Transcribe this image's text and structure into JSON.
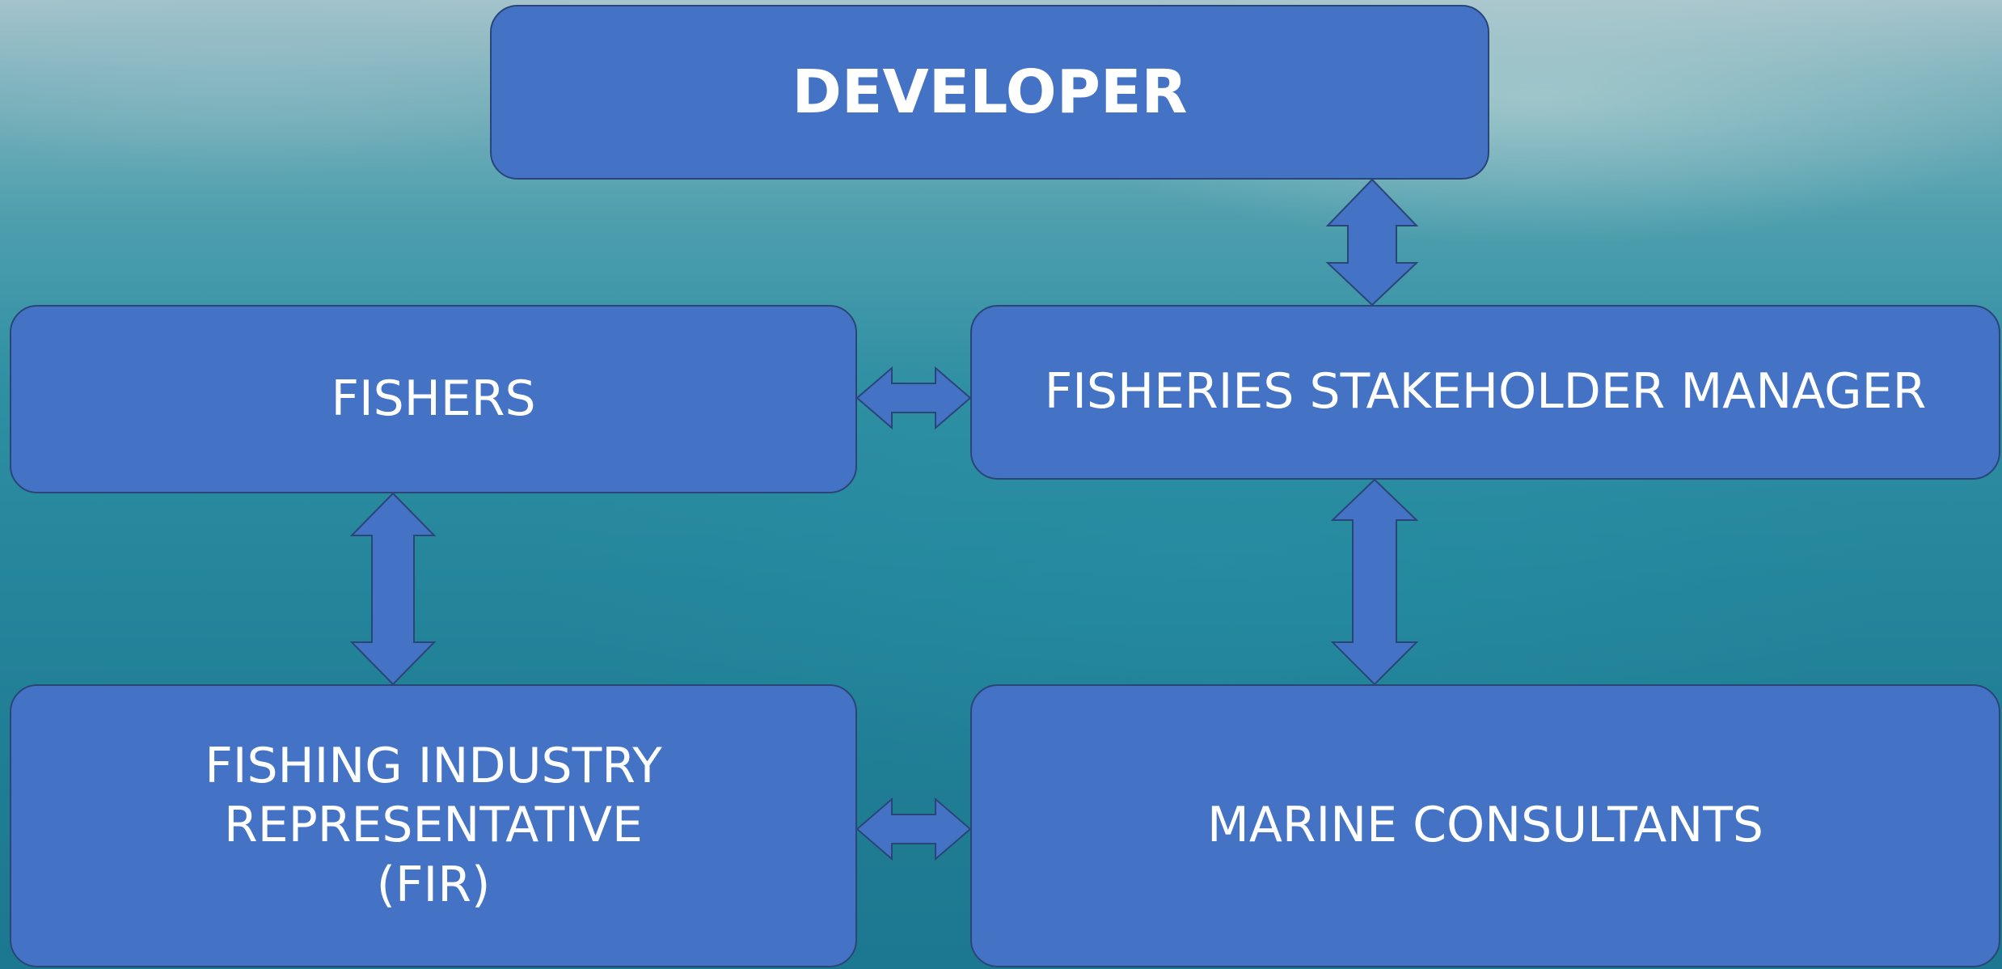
{
  "diagram": {
    "nodes": {
      "developer": "DEVELOPER",
      "fishers": "FISHERS",
      "fisheries_stakeholder_manager": "FISHERIES STAKEHOLDER MANAGER",
      "fishing_industry_representative": "FISHING INDUSTRY\nREPRESENTATIVE\n(FIR)",
      "marine_consultants": "MARINE CONSULTANTS"
    },
    "connections": [
      {
        "from": "developer",
        "to": "fisheries_stakeholder_manager",
        "type": "double-arrow"
      },
      {
        "from": "fishers",
        "to": "fisheries_stakeholder_manager",
        "type": "double-arrow"
      },
      {
        "from": "fishers",
        "to": "fishing_industry_representative",
        "type": "double-arrow"
      },
      {
        "from": "fisheries_stakeholder_manager",
        "to": "marine_consultants",
        "type": "double-arrow"
      },
      {
        "from": "fishing_industry_representative",
        "to": "marine_consultants",
        "type": "double-arrow"
      }
    ],
    "colors": {
      "node_fill": "#4472c4",
      "node_border": "#2a4577",
      "text": "#ffffff",
      "background": "#2f8fa3"
    }
  }
}
